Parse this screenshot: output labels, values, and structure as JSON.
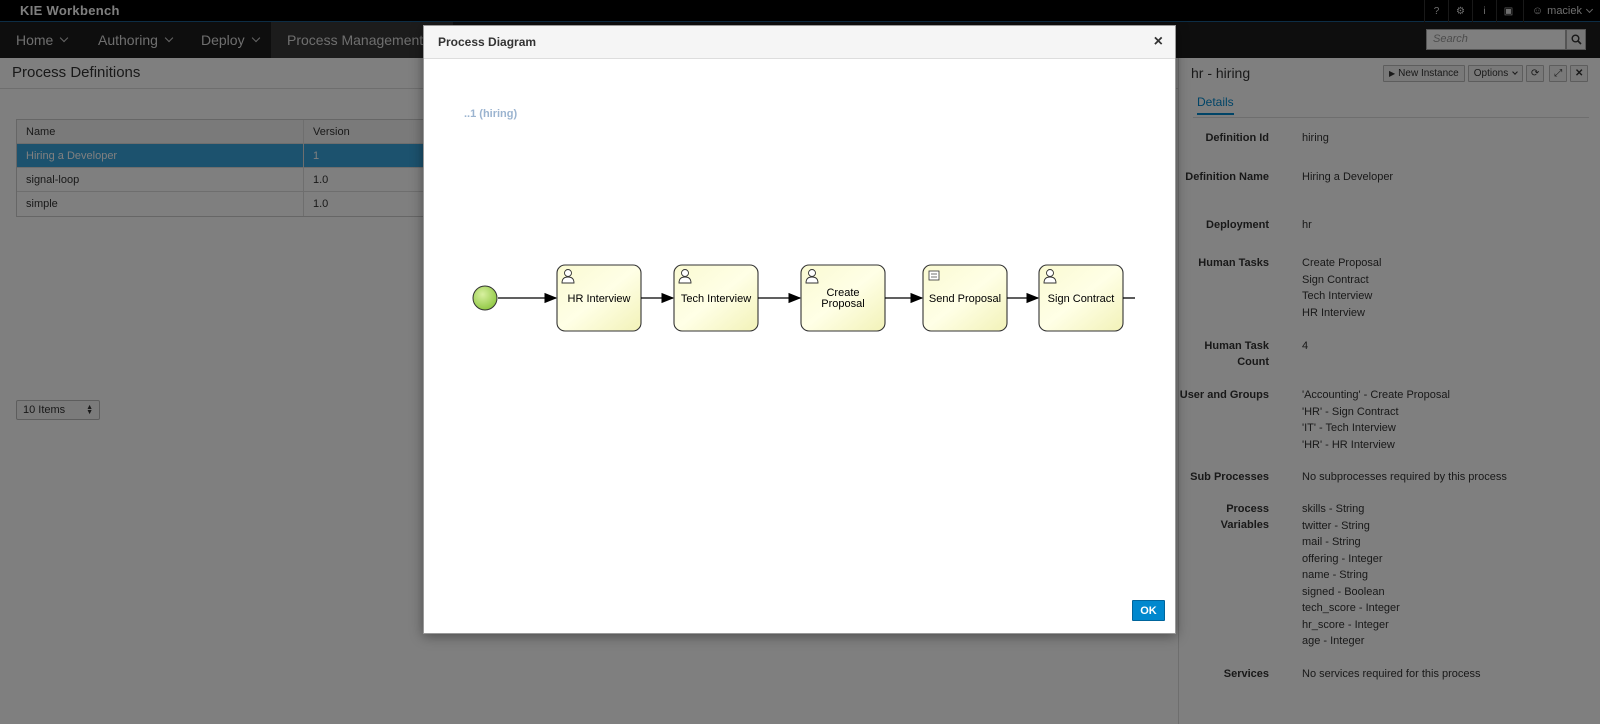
{
  "app": {
    "title": "KIE Workbench",
    "user": "maciek"
  },
  "topbar_icons": [
    "help-icon",
    "gear-icon",
    "info-icon",
    "briefcase-icon"
  ],
  "topbar_glyphs": [
    "?",
    "⚙",
    "i",
    "▣"
  ],
  "nav": {
    "items": [
      {
        "label": "Home"
      },
      {
        "label": "Authoring"
      },
      {
        "label": "Deploy"
      },
      {
        "label": "Process Management"
      }
    ],
    "search_placeholder": "Search"
  },
  "process_definitions": {
    "title": "Process Definitions",
    "columns": [
      "Name",
      "Version"
    ],
    "rows": [
      {
        "name": "Hiring a Developer",
        "version": "1"
      },
      {
        "name": "signal-loop",
        "version": "1.0"
      },
      {
        "name": "simple",
        "version": "1.0"
      }
    ],
    "page_size": "10 Items"
  },
  "details_panel": {
    "title": "hr - hiring",
    "new_instance_label": "New Instance",
    "options_label": "Options",
    "tab": "Details",
    "fields": [
      {
        "label": "Definition Id",
        "values": [
          "hiring"
        ]
      },
      {
        "label": "Definition Name",
        "values": [
          "Hiring a Developer"
        ]
      },
      {
        "label": "Deployment",
        "values": [
          "hr"
        ]
      },
      {
        "label": "Human Tasks",
        "values": [
          "Create Proposal",
          "Sign Contract",
          "Tech Interview",
          "HR Interview"
        ]
      },
      {
        "label": "Human Task Count",
        "values": [
          "4"
        ]
      },
      {
        "label": "User and Groups",
        "values": [
          "'Accounting' - Create Proposal",
          "'HR' - Sign Contract",
          "'IT' - Tech Interview",
          "'HR' - HR Interview"
        ]
      },
      {
        "label": "Sub Processes",
        "values": [
          "No subprocesses required by this process"
        ]
      },
      {
        "label": "Process Variables",
        "values": [
          "skills - String",
          "twitter - String",
          "mail - String",
          "offering - Integer",
          "name - String",
          "signed - Boolean",
          "tech_score - Integer",
          "hr_score - Integer",
          "age - Integer"
        ]
      },
      {
        "label": "Services",
        "values": [
          "No services required for this process"
        ]
      }
    ]
  },
  "modal": {
    "title": "Process Diagram",
    "close_label": "×",
    "caption": "..1 (hiring)",
    "ok_label": "OK",
    "tasks": [
      {
        "label": "HR Interview",
        "kind": "user"
      },
      {
        "label": "Tech Interview",
        "kind": "user"
      },
      {
        "label": "Create Proposal",
        "kind": "user"
      },
      {
        "label": "Send Proposal",
        "kind": "script"
      },
      {
        "label": "Sign Contract",
        "kind": "user"
      }
    ]
  }
}
